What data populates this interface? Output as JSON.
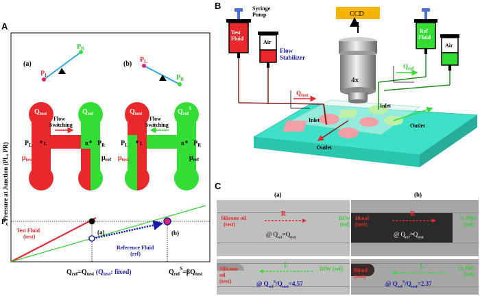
{
  "panels": {
    "A": "A",
    "B": "B",
    "C": "C"
  },
  "panel_a": {
    "sub_a": "(a)",
    "sub_b": "(b)",
    "p_l": "P",
    "p_l_sub": "L",
    "p_r": "P",
    "p_r_sub": "R",
    "q": "Q",
    "test_sub": "test",
    "ref_sub": "ref",
    "ref_sup": "S",
    "mu": "μ",
    "L": "L",
    "R": "R",
    "flow_switch_1": "Flow",
    "flow_switch_2": "Switching",
    "y_axis_label": "Pressure at Junction (PL, PR)",
    "px": "P",
    "px_sub": "x",
    "test_fluid_1": "Test Fluid",
    "test_fluid_2": "(test)",
    "ref_fluid_1": "Reference Fluid",
    "ref_fluid_2": "(ref)",
    "marker_a": "(a)",
    "marker_b": "(b)",
    "bottom_eq1": "=Q",
    "bottom_fixed": ": fixed)",
    "bottom_eq2": "=βQ"
  },
  "panel_b": {
    "syringe_pump_1": "Syringe",
    "syringe_pump_2": "Pump",
    "test_fluid_1": "Test",
    "test_fluid_2": "Fluid",
    "air_1": "Air",
    "air_2": "Air",
    "flow_stabilizer_1": "Flow",
    "flow_stabilizer_2": "Stabilizer",
    "ccd": "CCD",
    "ref_fluid_1": "Ref",
    "ref_fluid_2": "Fluid",
    "q_test": "Q",
    "q_test_sub": "test",
    "q_ref": "Q",
    "q_ref_sub": "ref",
    "objective": "4x",
    "inlet_1": "Inlet",
    "inlet_2": "Inlet",
    "outlet_1": "Outlet",
    "outlet_2": "Outlet"
  },
  "panel_c": {
    "col_a": "(a)",
    "col_b": "(b)",
    "r": "R",
    "l": "L",
    "silicone_oil": "Silicone oil",
    "test": "(test)",
    "diw_ref_1": "DIW",
    "diw_ref_2": "(ref)",
    "blood": "Blood",
    "pbs_1": "1x PBS",
    "pbs_2": "(ref)",
    "eq_top": "@ Q",
    "eq_top_2": "=Q",
    "silicone_2a": "Silicone",
    "silicone_2b": "oil",
    "diw_ref_bottom": "DIW (ref)",
    "ratio_a": "=4.57",
    "ratio_b": "=2.37",
    "pbs_bottom_1": "1x PBS",
    "pbs_bottom_2": "(ref)"
  },
  "colors": {
    "test": "#e8282a",
    "ref": "#33dd33",
    "stabilizer": "#1a1aa8",
    "ccd": "#f5b400",
    "chip": "#3fe0c8"
  }
}
